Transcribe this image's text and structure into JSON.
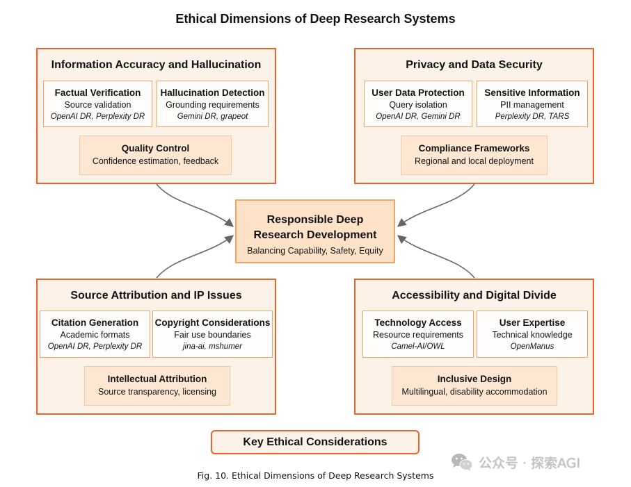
{
  "title": "Ethical Dimensions of Deep Research Systems",
  "dimensions": [
    {
      "title": "Information Accuracy and Hallucination",
      "items": [
        {
          "title": "Factual Verification",
          "subtitle": "Source validation",
          "examples": "OpenAI DR, Perplexity DR"
        },
        {
          "title": "Hallucination Detection",
          "subtitle": "Grounding requirements",
          "examples": "Gemini DR, grapeot"
        }
      ],
      "focus": {
        "title": "Quality Control",
        "subtitle": "Confidence estimation, feedback"
      }
    },
    {
      "title": "Privacy and Data Security",
      "items": [
        {
          "title": "User Data Protection",
          "subtitle": "Query isolation",
          "examples": "OpenAI DR, Gemini DR"
        },
        {
          "title": "Sensitive Information",
          "subtitle": "PII management",
          "examples": "Perplexity DR, TARS"
        }
      ],
      "focus": {
        "title": "Compliance Frameworks",
        "subtitle": "Regional and local deployment"
      }
    },
    {
      "title": "Source Attribution and IP Issues",
      "items": [
        {
          "title": "Citation Generation",
          "subtitle": "Academic formats",
          "examples": "OpenAI DR, Perplexity DR"
        },
        {
          "title": "Copyright Considerations",
          "subtitle": "Fair use boundaries",
          "examples": "jina-ai, mshumer"
        }
      ],
      "focus": {
        "title": "Intellectual Attribution",
        "subtitle": "Source transparency, licensing"
      }
    },
    {
      "title": "Accessibility and Digital Divide",
      "items": [
        {
          "title": "Technology Access",
          "subtitle": "Resource requirements",
          "examples": "Camel-AI/OWL"
        },
        {
          "title": "User Expertise",
          "subtitle": "Technical knowledge",
          "examples": "OpenManus"
        }
      ],
      "focus": {
        "title": "Inclusive Design",
        "subtitle": "Multilingual, disability accommodation"
      }
    }
  ],
  "center": {
    "title_line1": "Responsible Deep",
    "title_line2": "Research Development",
    "subtitle": "Balancing Capability, Safety, Equity"
  },
  "summary_box": "Key Ethical Considerations",
  "caption": "Fig. 10. Ethical Dimensions of Deep Research Systems",
  "watermark": {
    "text": "公众号 · 探索AGI",
    "icon": "wechat-icon"
  },
  "colors": {
    "accent": "#e8642c",
    "panel": "#fdf2e8",
    "item-border": "#f0a46a",
    "focus-fill": "#fde7d3",
    "focus-border": "#f7c7a0",
    "center-fill": "#fde2c8",
    "center-border": "#f2a460",
    "arrow": "#666666"
  }
}
